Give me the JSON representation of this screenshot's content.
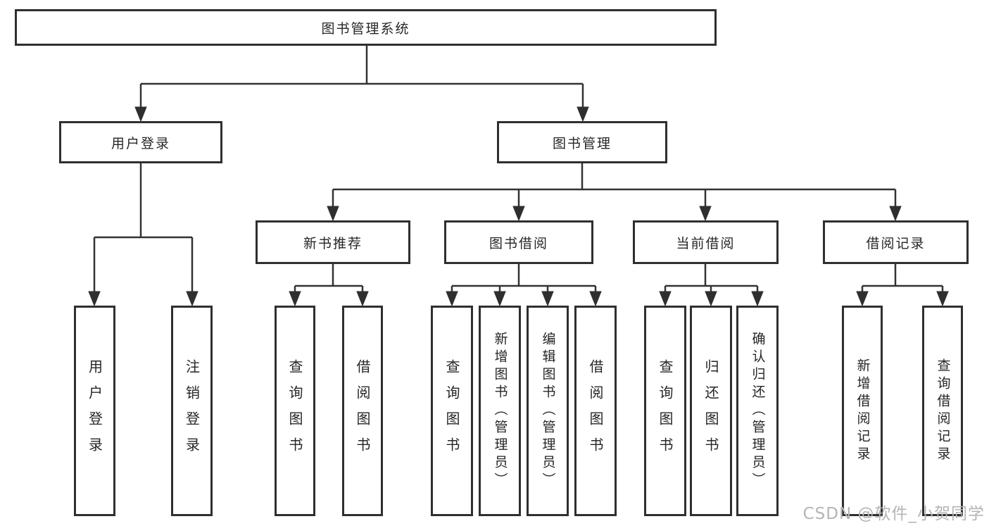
{
  "diagram_type": "hierarchy-tree",
  "colors": {
    "line": "#333333",
    "border": "#2f2f2f",
    "text": "#262626",
    "background": "#ffffff",
    "watermark": "#b5b5b5"
  },
  "tree": {
    "label": "图书管理系统",
    "children": [
      {
        "label": "用户登录",
        "children": [
          {
            "label": "用户登录"
          },
          {
            "label": "注销登录"
          }
        ]
      },
      {
        "label": "图书管理",
        "children": [
          {
            "label": "新书推荐",
            "children": [
              {
                "label": "查询图书"
              },
              {
                "label": "借阅图书"
              }
            ]
          },
          {
            "label": "图书借阅",
            "children": [
              {
                "label": "查询图书"
              },
              {
                "label": "新增图书（管理员）"
              },
              {
                "label": "编辑图书（管理员）"
              },
              {
                "label": "借阅图书"
              }
            ]
          },
          {
            "label": "当前借阅",
            "children": [
              {
                "label": "查询图书"
              },
              {
                "label": "归还图书"
              },
              {
                "label": "确认归还（管理员）"
              }
            ]
          },
          {
            "label": "借阅记录",
            "children": [
              {
                "label": "新增借阅记录"
              },
              {
                "label": "查询借阅记录"
              }
            ]
          }
        ]
      }
    ]
  },
  "watermark": {
    "text": "CSDN @软件_小贺同学"
  }
}
